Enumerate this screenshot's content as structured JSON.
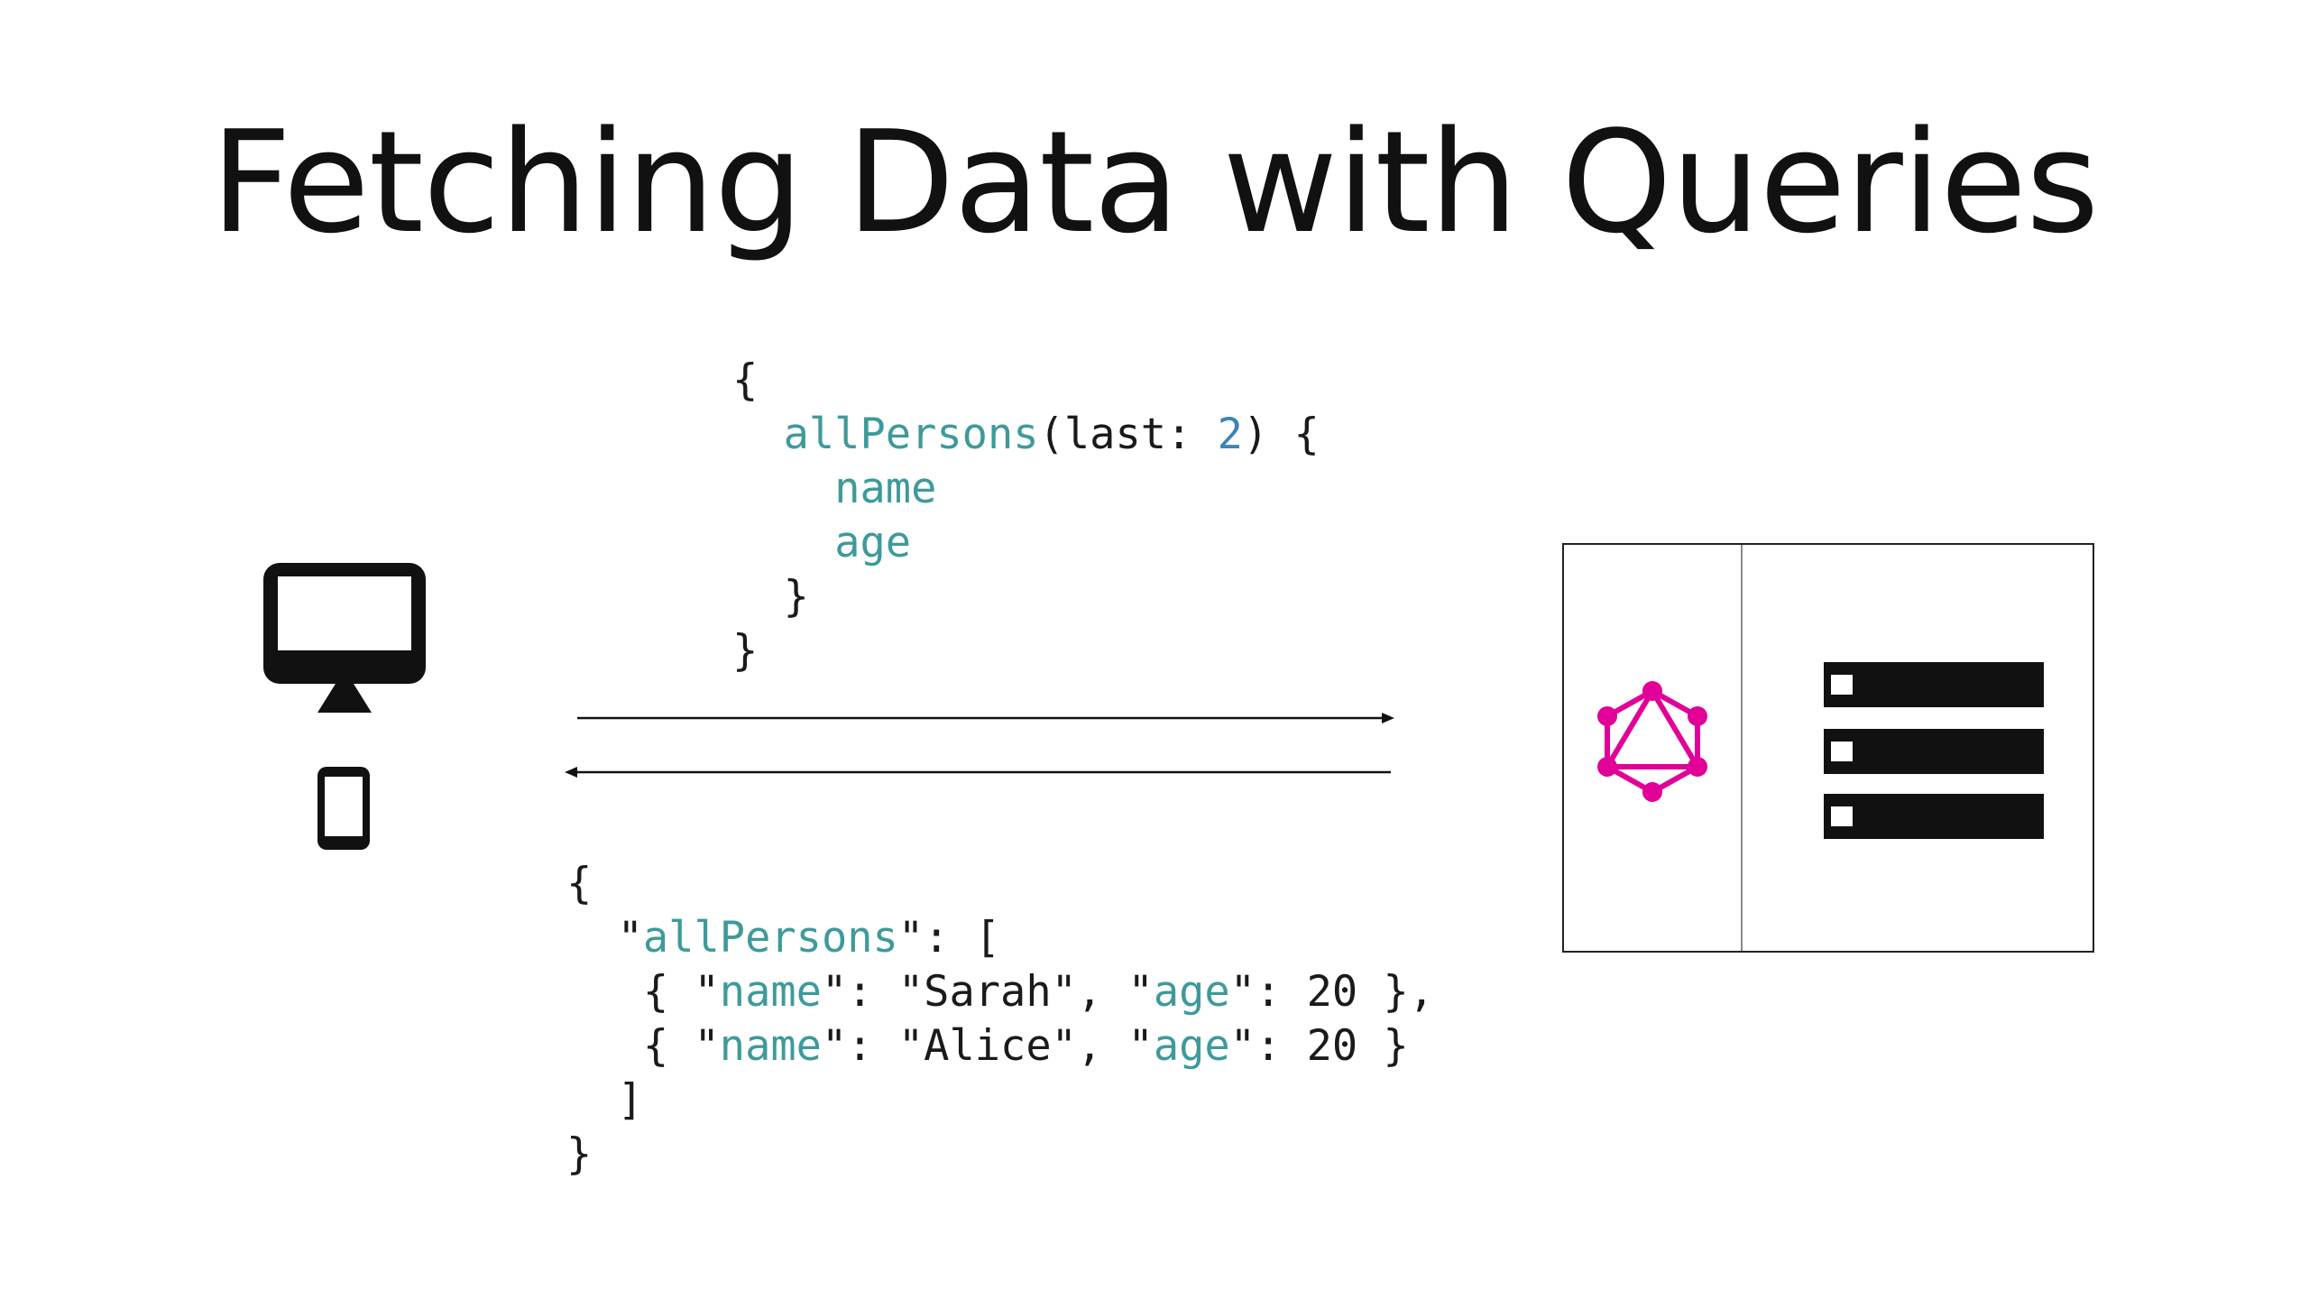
{
  "slide": {
    "title": "Fetching Data with Queries"
  },
  "query": {
    "lines": [
      [
        {
          "t": "{",
          "c": "p"
        }
      ],
      [
        {
          "t": "  ",
          "c": "p"
        },
        {
          "t": "allPersons",
          "c": "k"
        },
        {
          "t": "(last: ",
          "c": "p"
        },
        {
          "t": "2",
          "c": "n"
        },
        {
          "t": ") {",
          "c": "p"
        }
      ],
      [
        {
          "t": "    ",
          "c": "p"
        },
        {
          "t": "name",
          "c": "k"
        }
      ],
      [
        {
          "t": "    ",
          "c": "p"
        },
        {
          "t": "age",
          "c": "k"
        }
      ],
      [
        {
          "t": "  }",
          "c": "p"
        }
      ],
      [
        {
          "t": "}",
          "c": "p"
        }
      ]
    ]
  },
  "response": {
    "lines": [
      [
        {
          "t": "{",
          "c": "p"
        }
      ],
      [
        {
          "t": "  \"",
          "c": "p"
        },
        {
          "t": "allPersons",
          "c": "k"
        },
        {
          "t": "\": [",
          "c": "p"
        }
      ],
      [
        {
          "t": "   { \"",
          "c": "p"
        },
        {
          "t": "name",
          "c": "k"
        },
        {
          "t": "\": \"Sarah\", \"",
          "c": "p"
        },
        {
          "t": "age",
          "c": "k"
        },
        {
          "t": "\": 20 },",
          "c": "p"
        }
      ],
      [
        {
          "t": "   { \"",
          "c": "p"
        },
        {
          "t": "name",
          "c": "k"
        },
        {
          "t": "\": \"Alice\", \"",
          "c": "p"
        },
        {
          "t": "age",
          "c": "k"
        },
        {
          "t": "\": 20 }",
          "c": "p"
        }
      ],
      [
        {
          "t": "  ]",
          "c": "p"
        }
      ],
      [
        {
          "t": "}",
          "c": "p"
        }
      ]
    ]
  },
  "icons": {
    "client_desktop": "desktop-monitor-icon",
    "client_mobile": "smartphone-icon",
    "graphql": "graphql-logo-icon",
    "database": "database-server-icon"
  },
  "colors": {
    "keyword": "#3e9a9a",
    "number": "#3b84b7",
    "graphql": "#e10098",
    "ink": "#111111"
  }
}
